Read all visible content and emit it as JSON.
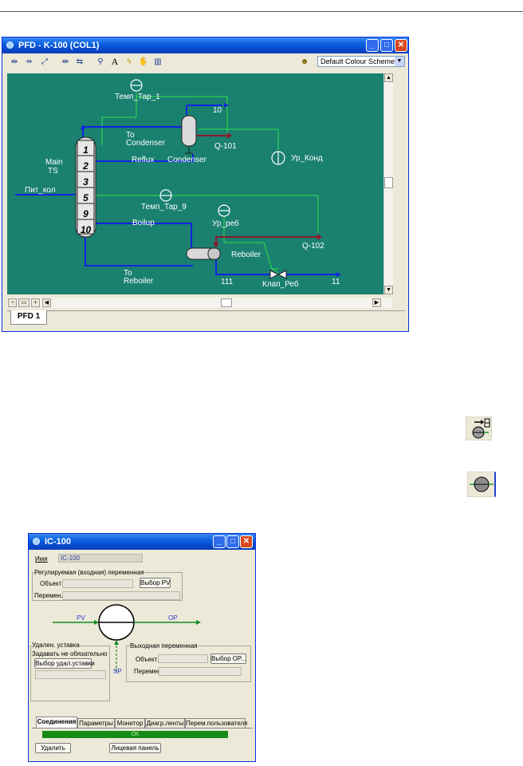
{
  "pfd_window": {
    "title": "PFD - K-100 (COL1)",
    "colour_scheme": "Default Colour Scheme",
    "toolbar_icons": [
      "attach-icon",
      "break-icon",
      "size-icon",
      "auto-position-icon",
      "swap-icon",
      "zoom-icon",
      "label-icon",
      "flash-icon",
      "palette-icon",
      "object-palette-icon",
      "scheme-icon"
    ],
    "tab": "PFD 1",
    "canvas_bg": "#1A8070"
  },
  "flowsheet": {
    "column_label_1": "Main",
    "column_label_2": "TS",
    "trays": [
      "1",
      "2",
      "3",
      "5",
      "9",
      "10"
    ],
    "streams": {
      "temp_top": "Темп_Тар_1",
      "stream_10": "10",
      "to_condenser_1": "To",
      "to_condenser_2": "Condenser",
      "q101": "Q-101",
      "reflux": "Reflux",
      "condenser": "Condenser",
      "level_cond": "Ур_Конд",
      "feed": "Пит_кол",
      "temp_9": "Темп_Тар_9",
      "level_reb": "Ур_реб",
      "boilup": "Boilup",
      "q102": "Q-102",
      "reboiler": "Reboiler",
      "to_reboiler_1": "To",
      "to_reboiler_2": "Reboiler",
      "stream_111": "111",
      "valve": "Клап_Реб",
      "stream_11": "11"
    }
  },
  "ic_window": {
    "title": "IC-100",
    "name_label": "Имя",
    "name_value": "IC-100",
    "pv_group": "Регулируемая (входная) переменная",
    "object_label": "Объект:",
    "select_pv": "Выбор PV",
    "variable_label": "Перемен.",
    "pv": "PV",
    "op": "OP",
    "sp": "SP",
    "remote_group": "Удален. уставка",
    "optional": "Задавать не обязательно",
    "select_remote": "Выбор удал.уставки",
    "output_group": "Выходная переменная",
    "object_label2": "Объект",
    "select_op": "Выбор OP...",
    "variable_label2": "Перемен.",
    "tabs": [
      "Соединения",
      "Параметры",
      "Монитор",
      "Диагр.ленты",
      "Перем.пользователя"
    ],
    "status": "OK",
    "delete_btn": "Удалить",
    "faceplate_btn": "Лицевая панель"
  }
}
